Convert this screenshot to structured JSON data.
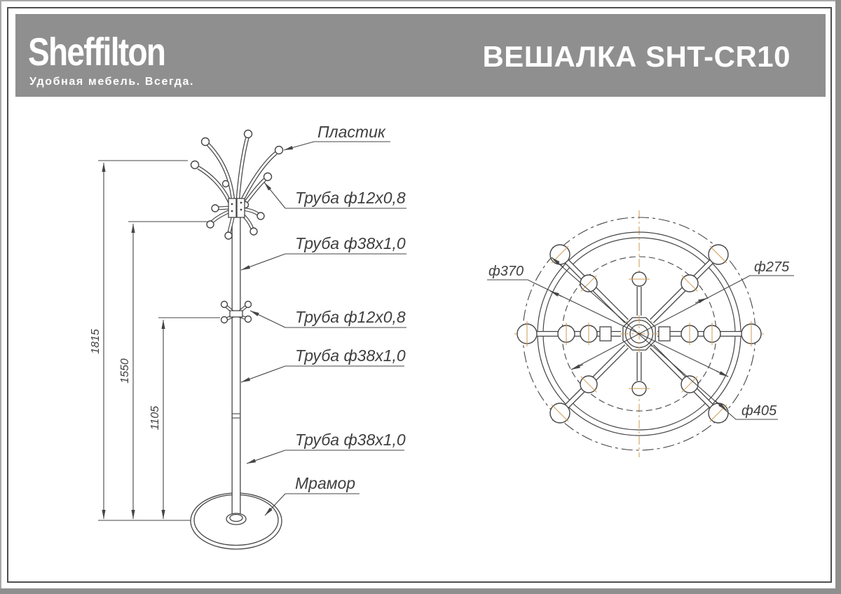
{
  "header": {
    "brand": "Sheffilton",
    "tagline": "Удобная мебель. Всегда.",
    "title": "ВЕШАЛКА SHT-CR10"
  },
  "front_view": {
    "callouts": [
      "Пластик",
      "Труба ф12х0,8",
      "Труба ф38х1,0",
      "Труба ф12х0,8",
      "Труба ф38х1,0",
      "Труба ф38х1,0",
      "Мрамор"
    ],
    "dimensions_mm": [
      "1815",
      "1550",
      "1105"
    ]
  },
  "top_view": {
    "diameters": [
      "ф370",
      "ф275",
      "ф405"
    ]
  },
  "colors": {
    "header_gray": "#8f8f8f",
    "line": "#454545",
    "centerline_orange": "#cf9a52"
  }
}
